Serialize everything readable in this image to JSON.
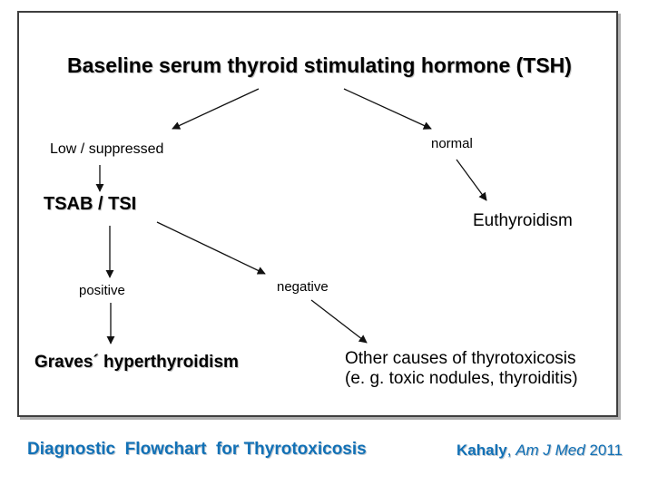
{
  "slide": {
    "title": "Baseline serum thyroid stimulating hormone (TSH)",
    "nodes": {
      "low_suppressed": "Low / suppressed",
      "normal": "normal",
      "tsab_tsi": "TSAB / TSI",
      "euthyroidism": "Euthyroidism",
      "positive": "positive",
      "negative": "negative",
      "graves": "Graves´ hyperthyroidism",
      "other_causes_line1": "Other causes of thyrotoxicosis",
      "other_causes_line2": "(e. g. toxic nodules, thyroiditis)"
    },
    "edges": [
      {
        "from": "title",
        "to": "low_suppressed"
      },
      {
        "from": "title",
        "to": "normal"
      },
      {
        "from": "low_suppressed",
        "to": "tsab_tsi"
      },
      {
        "from": "normal",
        "to": "euthyroidism"
      },
      {
        "from": "tsab_tsi",
        "to": "positive"
      },
      {
        "from": "tsab_tsi",
        "to": "negative"
      },
      {
        "from": "positive",
        "to": "graves"
      },
      {
        "from": "negative",
        "to": "other_causes"
      }
    ]
  },
  "footer": {
    "caption": "Diagnostic  Flowchart  for Thyrotoxicosis",
    "citation": {
      "author": "Kahaly",
      "separator": ", ",
      "journal": "Am J Med",
      "year": " 2011"
    }
  },
  "colors": {
    "accent_blue": "#1271B6",
    "text_black": "#000000",
    "frame_border": "#3F3F3F"
  }
}
